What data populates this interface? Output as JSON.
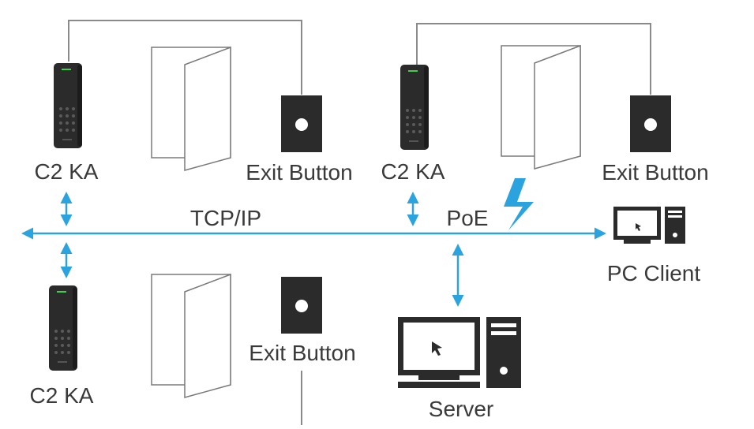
{
  "network": {
    "protocol_label": "TCP/IP",
    "poe_label": "PoE",
    "line_color": "#2aa3de",
    "bolt_color": "#2aa3de"
  },
  "devices": {
    "reader_top_left": "C2 KA",
    "reader_top_right": "C2 KA",
    "reader_bottom": "C2 KA",
    "exit_top_left": "Exit Button",
    "exit_top_right": "Exit Button",
    "exit_bottom": "Exit Button",
    "pc_client": "PC Client",
    "server": "Server"
  },
  "icons": [
    "card-reader-icon",
    "door-icon",
    "exit-button-icon",
    "monitor-icon",
    "tower-icon",
    "lightning-icon",
    "double-arrow-icon"
  ],
  "colors": {
    "device_dark": "#2b2b2b",
    "wire": "#8a8a8a",
    "text": "#3a3a3a"
  }
}
